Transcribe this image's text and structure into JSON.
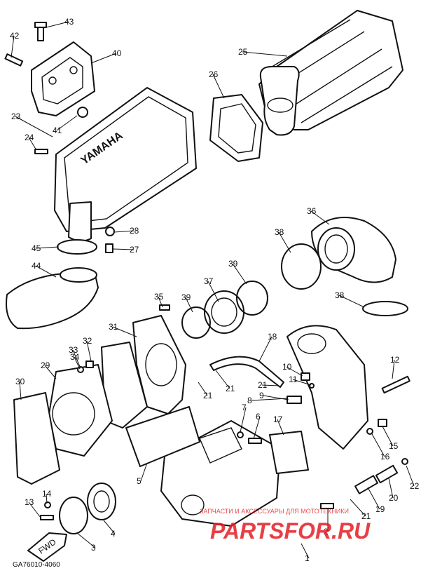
{
  "diagram": {
    "drawing_code": "GA76010-4060",
    "front_arrow_text": "FWD",
    "brand_text": "YAMAHA",
    "watermark": {
      "small_text": "ЗАПЧАСТИ И АКСЕССУАРЫ ДЛЯ МОТОТЕХНИКИ",
      "big_text": "PARTSFOR.RU",
      "color": "#e31e24"
    },
    "callouts": [
      "1",
      "2",
      "3",
      "4",
      "5",
      "6",
      "7",
      "8",
      "9",
      "10",
      "11",
      "12",
      "13",
      "14",
      "15",
      "16",
      "17",
      "18",
      "19",
      "20",
      "21",
      "21",
      "21",
      "21",
      "22",
      "23",
      "24",
      "25",
      "26",
      "27",
      "28",
      "29",
      "30",
      "31",
      "32",
      "33",
      "34",
      "35",
      "36",
      "37",
      "38",
      "38",
      "39",
      "39",
      "40",
      "41",
      "42",
      "43",
      "44",
      "45"
    ]
  }
}
